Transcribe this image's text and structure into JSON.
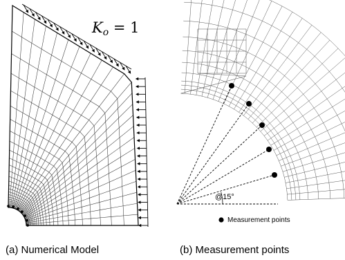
{
  "panel_a": {
    "load_label_k": "K",
    "load_label_sub": "o",
    "load_label_rest": " = 1",
    "caption": "(a)  Numerical Model"
  },
  "panel_b": {
    "angle_label": "@15°",
    "legend_label": "Measurement points",
    "caption": "(b)  Measurement  points"
  }
}
